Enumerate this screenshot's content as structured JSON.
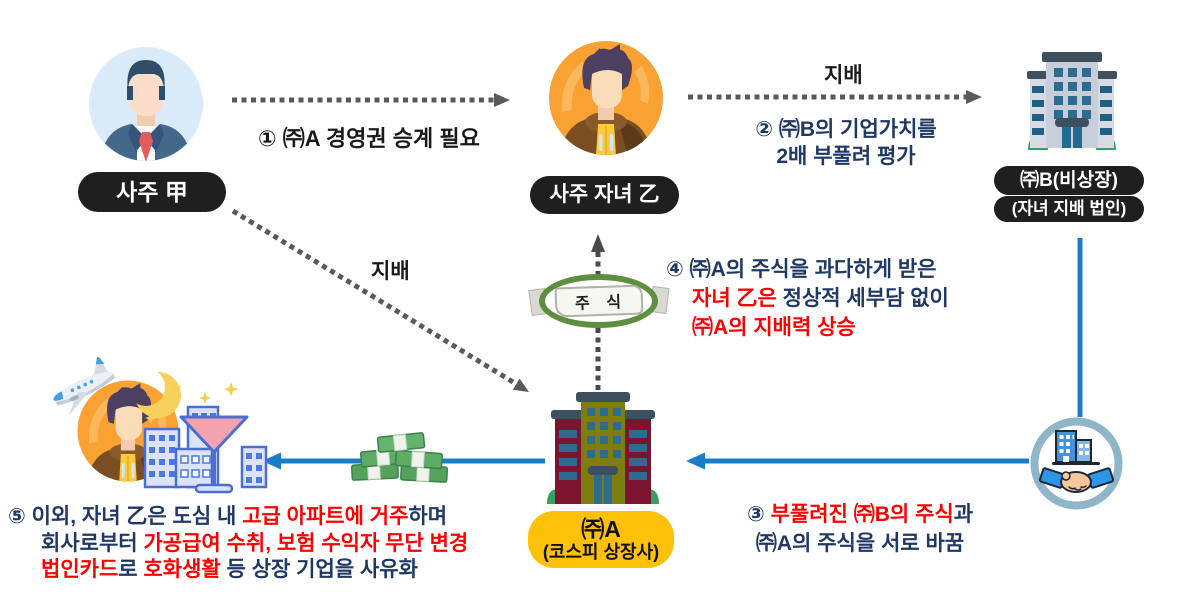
{
  "colors": {
    "navy": "#1F3864",
    "red": "#FF0000",
    "black": "#1A1A1A",
    "arrow_blue": "#1B7CC8",
    "dotted_gray": "#595959",
    "pill_black": "#1F1F1F",
    "pill_yellow": "#FFC107",
    "oval_green": "#5E8E3E",
    "ring_blue": "#8FB5C9",
    "money_green": "#55A25D",
    "building_a_red": "#7C1430",
    "building_a_olive": "#7F7D10",
    "building_b_gray": "#C7CEDA",
    "window_blue": "#2D6C8F",
    "bush_green": "#36A065",
    "avatar_owner_bg": "#D9EAF8",
    "avatar_child_bg": "#F9A233",
    "city_outline_blue": "#4A6FD4",
    "cocktail_pink": "#F4A2AE"
  },
  "labels": {
    "owner": "사주 甲",
    "child": "사주 자녀 乙",
    "company_b_line1": "㈜B(비상장)",
    "company_b_line2": "(자녀 지배 법인)",
    "company_a_line1": "㈜A",
    "company_a_line2": "(코스피 상장사)",
    "control_top": "지배",
    "control_diagonal": "지배",
    "stock": "주 식"
  },
  "steps": {
    "s1": {
      "text": "① ㈜A 경영권 승계 필요"
    },
    "s2": {
      "line1": "② ㈜B의 기업가치를",
      "line2": "2배 부풀려 평가"
    },
    "s3": {
      "l1a": "③ ",
      "l1b": "부풀려진 ㈜B의 주식",
      "l1c": "과",
      "l2": "㈜A의 주식을 서로 바꿈"
    },
    "s4": {
      "l1": "④ ㈜A의 주식을 과다하게 받은",
      "l2a": "자녀 乙은",
      "l2b": " 정상적 세부담 없이",
      "l3": "㈜A의 지배력 상승"
    },
    "s5": {
      "l1a": "⑤ 이외, 자녀 乙은 도심 내 ",
      "l1b": "고급 아파트에 거주",
      "l1c": "하며",
      "l2a": "회사로부터 ",
      "l2b": "가공급여 수취, 보험 수익자 무단 변경",
      "l3a": "법인카드",
      "l3b": "로 ",
      "l3c": "호화생활",
      "l3d": " 등 상장 기업을 사유화"
    }
  }
}
